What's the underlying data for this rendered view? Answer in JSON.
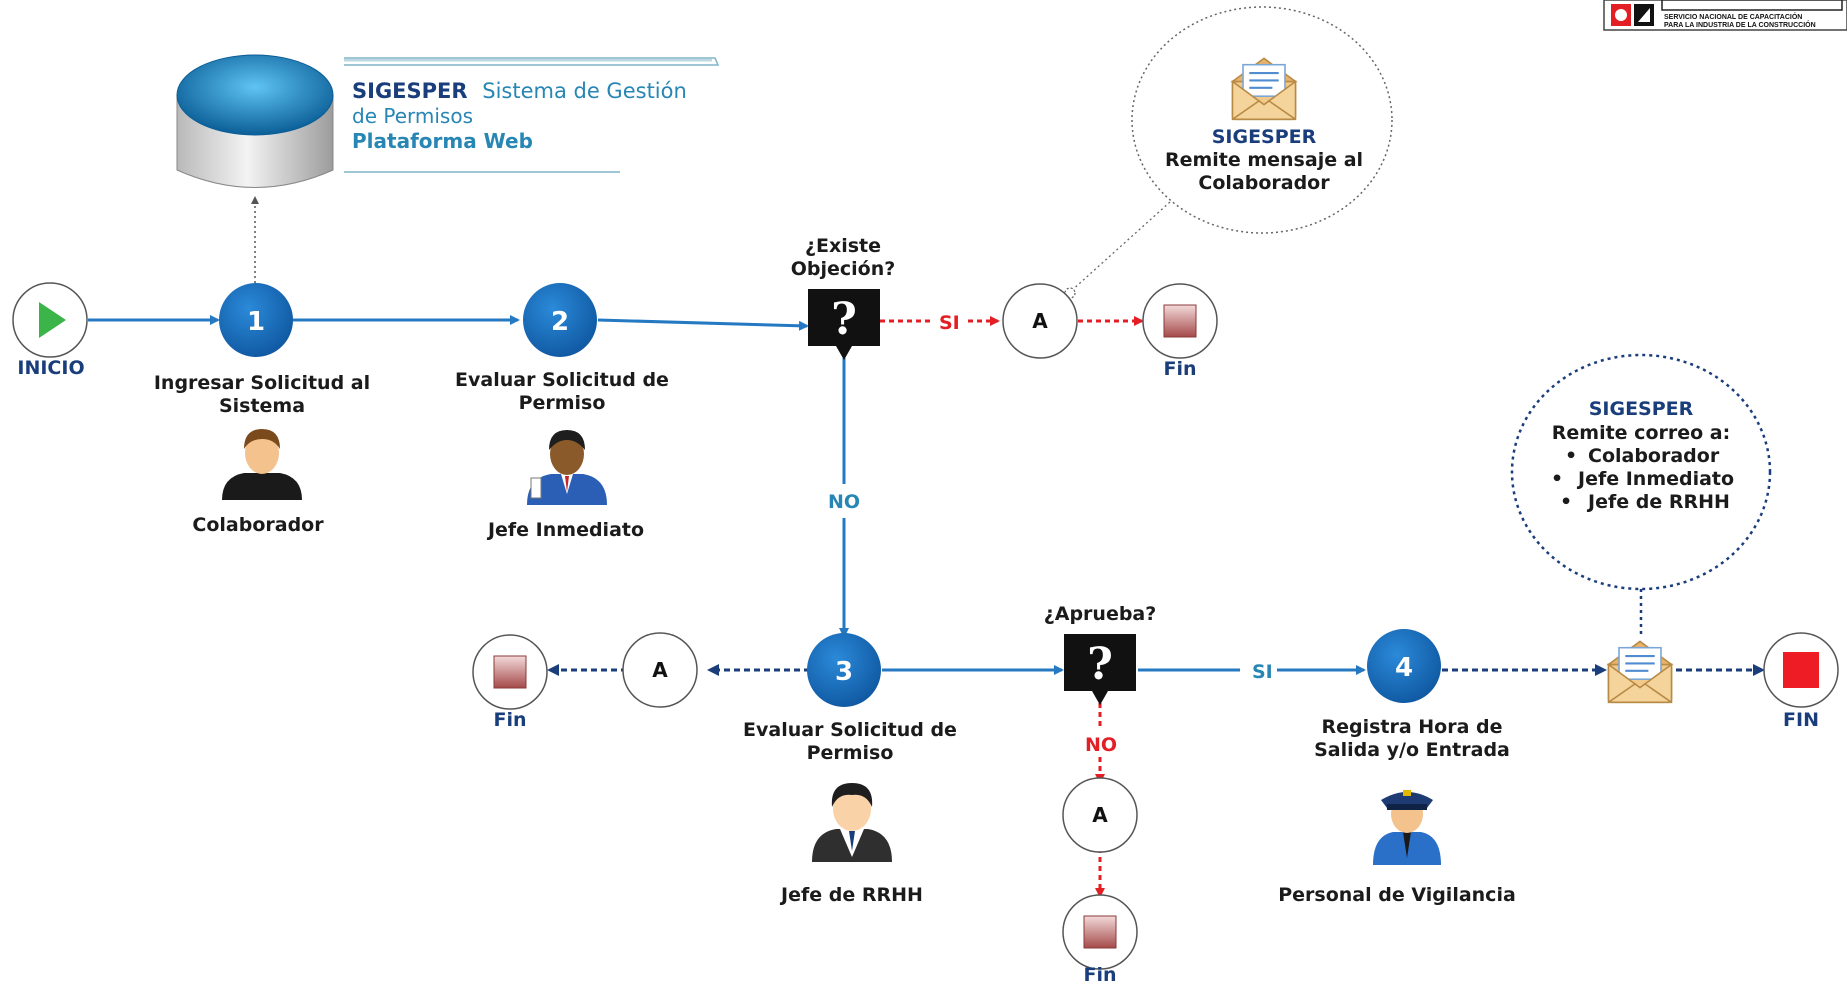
{
  "header": {
    "title_bold": "SIGESPER",
    "title_rest_line1": "Sistema de Gestión",
    "title_rest_line2": "de Permisos",
    "subtitle": "Plataforma Web"
  },
  "logo": {
    "line1": "SERVICIO NACIONAL DE CAPACITACIÓN",
    "line2": "PARA LA INDUSTRIA DE LA CONSTRUCCIÓN"
  },
  "start": {
    "label": "INICIO"
  },
  "steps": [
    {
      "number": "1",
      "label_line1": "Ingresar Solicitud al",
      "label_line2": "Sistema",
      "actor": "Colaborador"
    },
    {
      "number": "2",
      "label_line1": "Evaluar Solicitud de",
      "label_line2": "Permiso",
      "actor": "Jefe Inmediato"
    },
    {
      "number": "3",
      "label_line1": "Evaluar Solicitud de",
      "label_line2": "Permiso",
      "actor": "Jefe de RRHH"
    },
    {
      "number": "4",
      "label_line1": "Registra Hora de",
      "label_line2": "Salida y/o Entrada",
      "actor": "Personal de Vigilancia"
    }
  ],
  "decisions": [
    {
      "line1": "¿Existe",
      "line2": "Objeción?",
      "symbol": "?"
    },
    {
      "line1": "¿Aprueba?",
      "symbol": "?"
    }
  ],
  "edge_labels": {
    "si_1": "SI",
    "no_1": "NO",
    "si_2": "SI",
    "no_2": "NO"
  },
  "connectors": {
    "a1": "A",
    "a2": "A",
    "a3": "A"
  },
  "ends": {
    "fin_1": "Fin",
    "fin_2": "Fin",
    "fin_3": "Fin",
    "fin_final": "FIN"
  },
  "bubble_message": {
    "title": "SIGESPER",
    "line1": "Remite mensaje al",
    "line2": "Colaborador"
  },
  "bubble_email": {
    "title": "SIGESPER",
    "intro": "Remite correo a:",
    "items": [
      "Colaborador",
      "Jefe Inmediato",
      "Jefe de RRHH"
    ]
  },
  "colors": {
    "step_blue": "#1565b0",
    "flow_blue": "#2479c2",
    "dark_blue": "#1a3d7c",
    "teal": "#2786b4",
    "red": "#e31e24",
    "start_green": "#3bb54a"
  },
  "icons": [
    "database-icon",
    "play-icon",
    "person-icon",
    "envelope-icon",
    "stop-icon",
    "question-icon"
  ]
}
